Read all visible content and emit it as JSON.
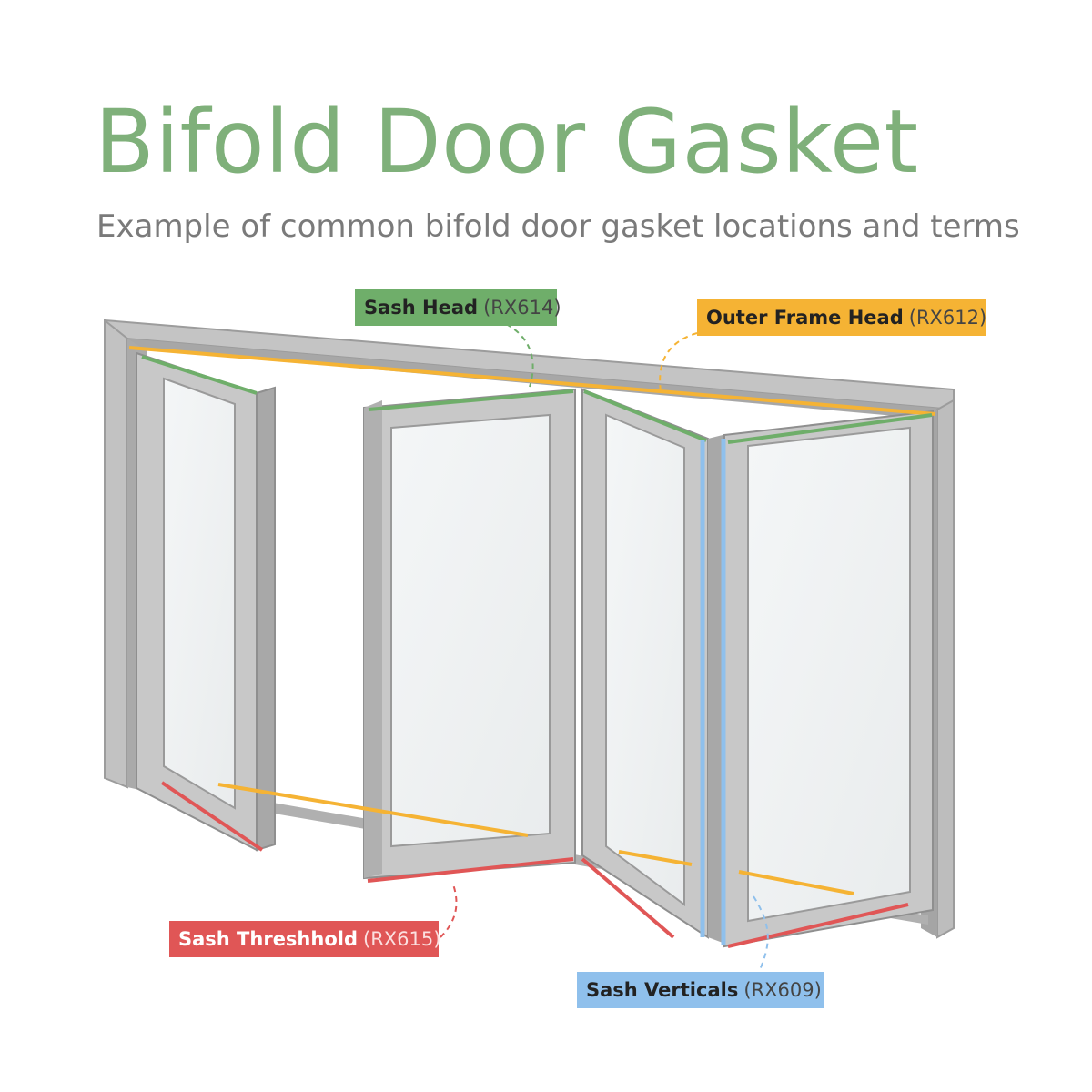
{
  "title": "Bifold Door Gasket",
  "subtitle": "Example of common bifold door gasket locations and terms",
  "colors": {
    "title": "#7fb07a",
    "sash_head": "#6fae6a",
    "outer_frame_head": "#f5b334",
    "sash_threshhold": "#e05656",
    "sash_verticals": "#8fc0ec",
    "frame": "#b9b9b9"
  },
  "callouts": {
    "sash_head": {
      "label": "Sash Head",
      "code": "(RX614)"
    },
    "outer_frame_head": {
      "label": "Outer Frame Head",
      "code": "(RX612)"
    },
    "sash_threshhold": {
      "label": "Sash Threshhold",
      "code": "(RX615)"
    },
    "sash_verticals": {
      "label": "Sash Verticals",
      "code": "(RX609)"
    }
  }
}
